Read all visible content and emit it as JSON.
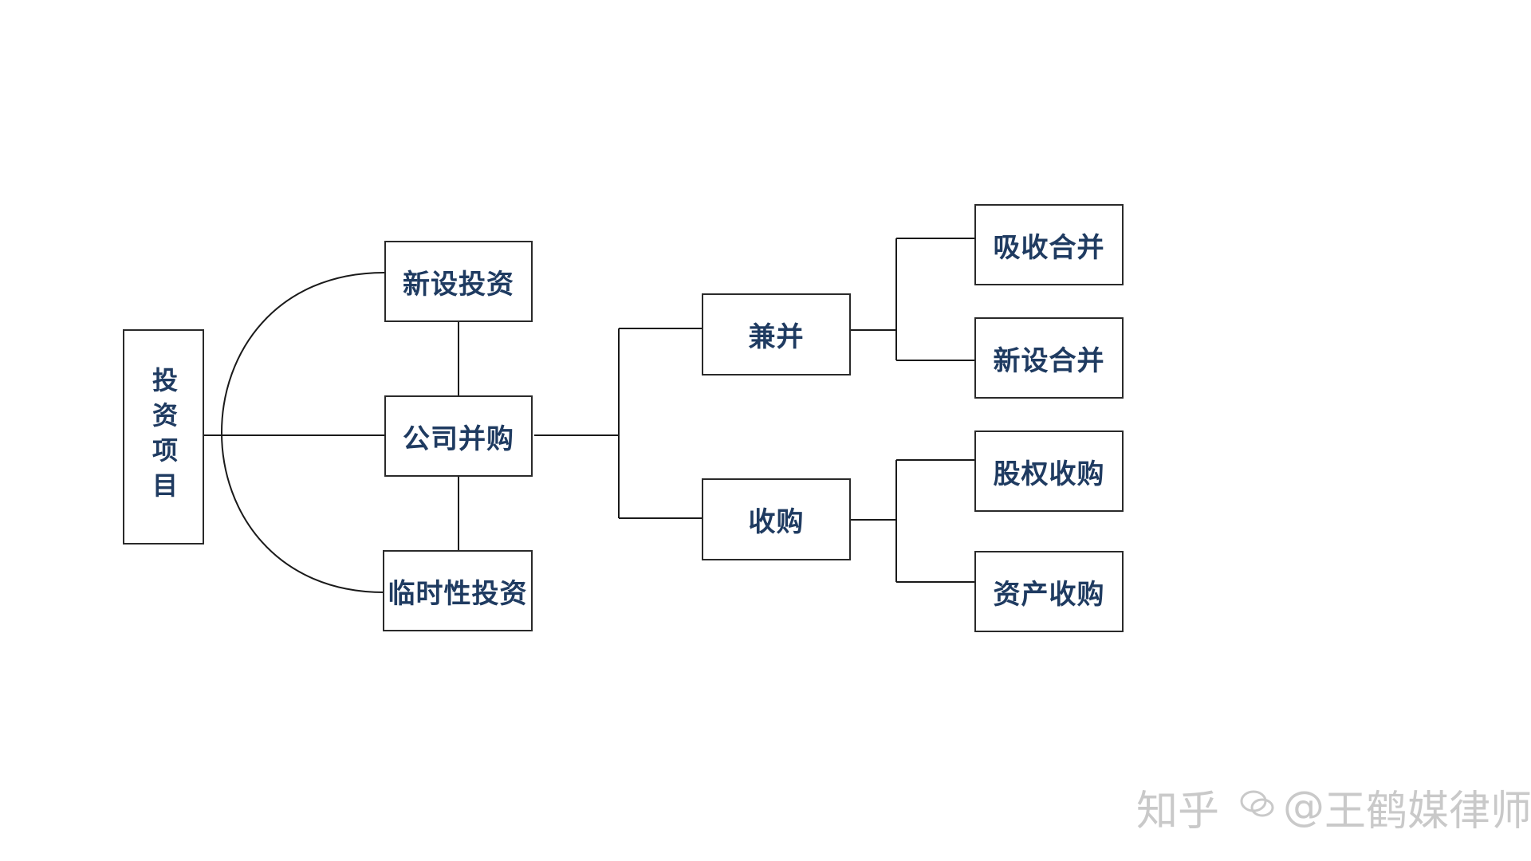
{
  "diagram": {
    "root": "投资项目",
    "level1": [
      "新设投资",
      "公司并购",
      "临时性投资"
    ],
    "level2": [
      "兼并",
      "收购"
    ],
    "level3_merge": [
      "吸收合并",
      "新设合并"
    ],
    "level3_acquire": [
      "股权收购",
      "资产收购"
    ]
  },
  "watermark": {
    "site": "知乎",
    "at": "@",
    "author": "王鹤媒律师"
  },
  "colors": {
    "node_text": "#1f3b61",
    "border": "#2a2a2a",
    "watermark": "#c9c9c9"
  }
}
